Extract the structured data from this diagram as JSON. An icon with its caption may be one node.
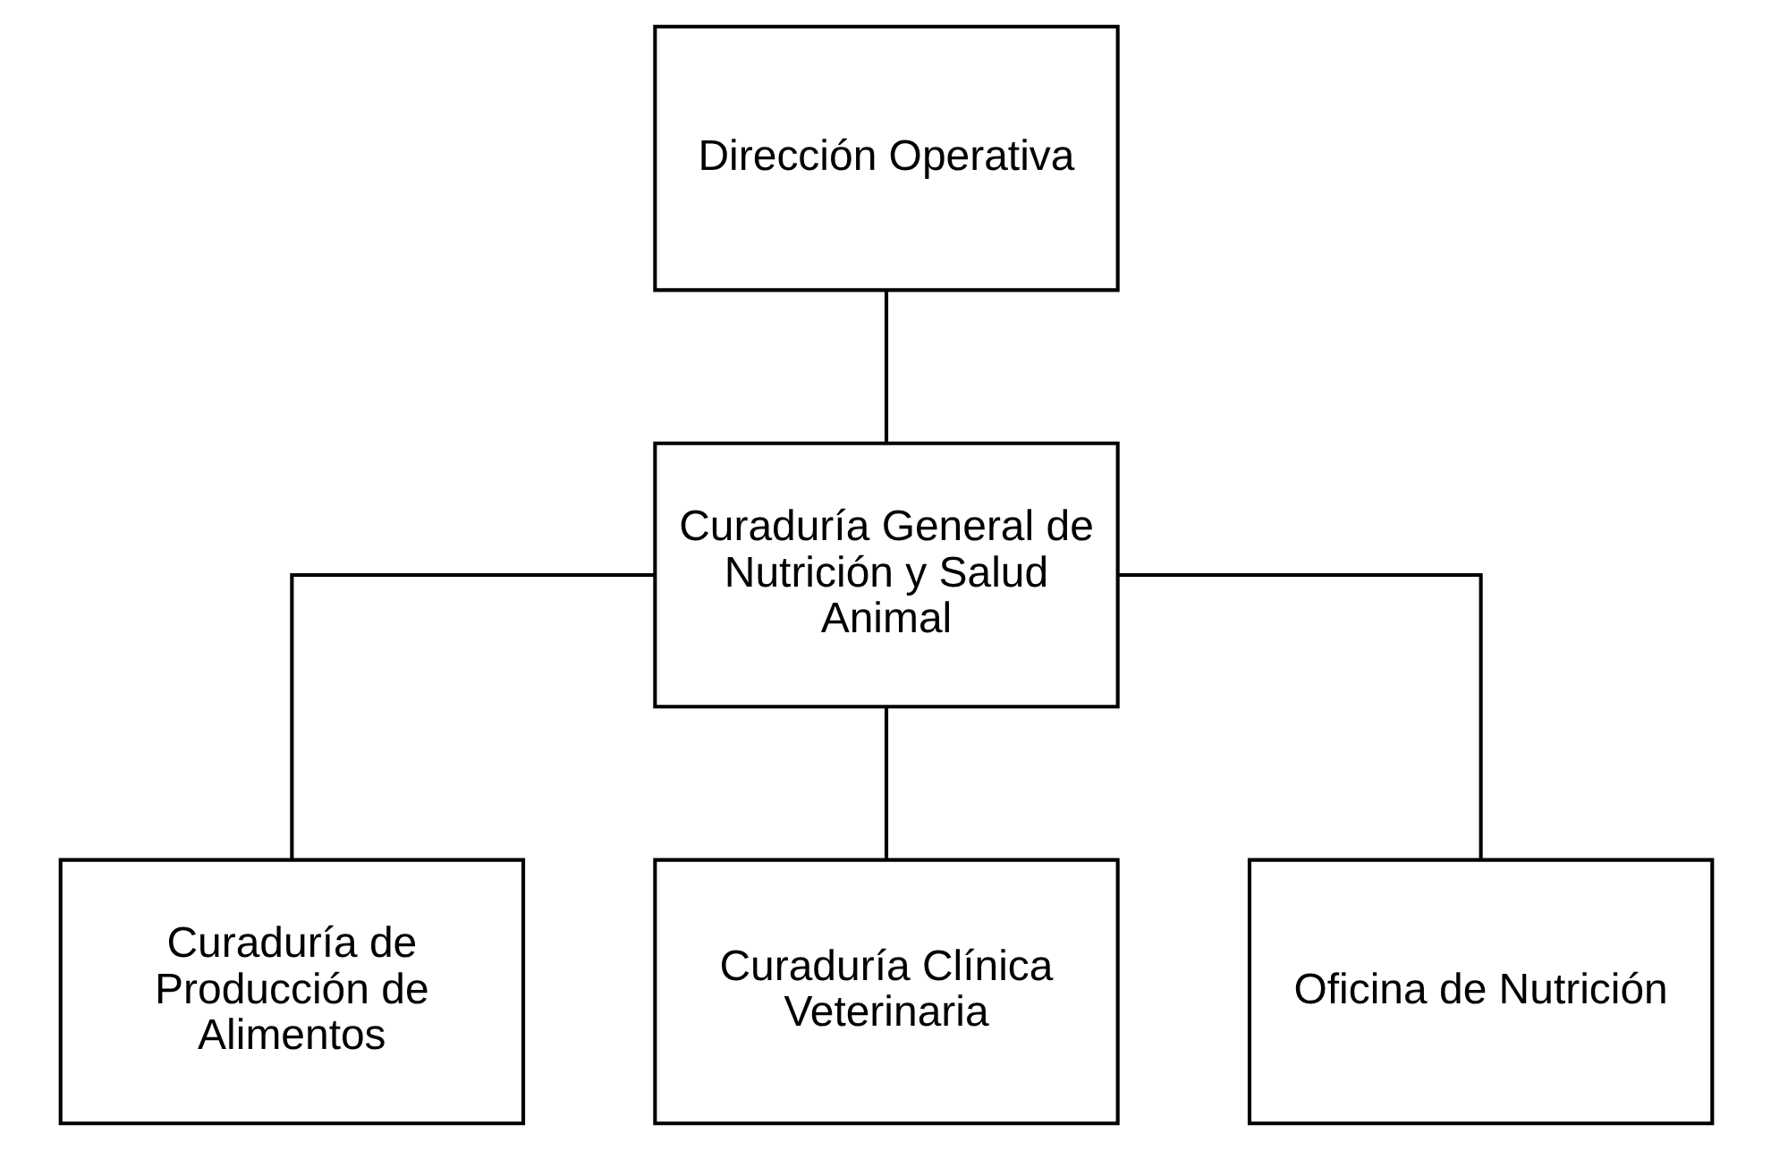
{
  "diagram": {
    "nodes": [
      {
        "text": [
          "Dirección Operativa"
        ]
      },
      {
        "text": [
          "Curaduría General de Nutrición y Salud Animal"
        ]
      },
      {
        "text": [
          "Curaduría de Producción de Alimentos"
        ]
      },
      {
        "text": [
          "Curaduría Clínica Veterinaria"
        ]
      },
      {
        "text": [
          "Oficina de Nutrición"
        ]
      }
    ],
    "edges": [
      {
        "from": 0,
        "to": 1,
        "arrow": "none"
      },
      {
        "from": 1,
        "to": 2,
        "arrow": "none"
      },
      {
        "from": 1,
        "to": 3,
        "arrow": "none"
      },
      {
        "from": 1,
        "to": 4,
        "arrow": "none"
      }
    ]
  }
}
